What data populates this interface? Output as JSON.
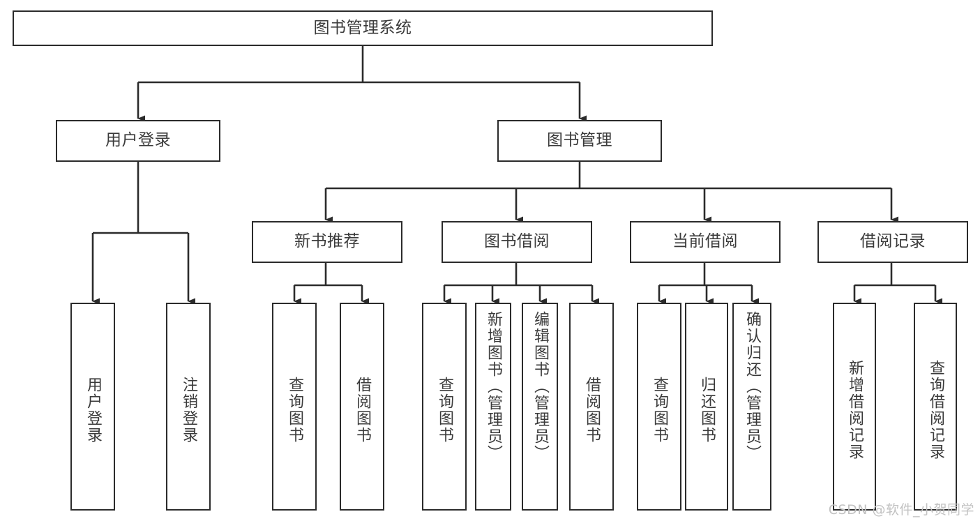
{
  "diagram": {
    "type": "tree",
    "title": "图书管理系统",
    "colors": {
      "box_border": "#2b2b2b",
      "box_fill": "#ffffff",
      "text": "#3a3a3a",
      "edge": "#2b2b2b",
      "watermark": "#c2c2c2",
      "background": "#ffffff"
    },
    "watermark": "CSDN @软件_小贺同学",
    "nodes": {
      "root": "图书管理系统",
      "level1": [
        "用户登录",
        "图书管理"
      ],
      "level2": [
        "新书推荐",
        "图书借阅",
        "当前借阅",
        "借阅记录"
      ],
      "leaves": {
        "user_login": [
          "用户登录",
          "注销登录"
        ],
        "new_book_recommend": [
          "查询图书",
          "借阅图书"
        ],
        "book_borrow": [
          "查询图书",
          "新增图书（管理员）",
          "编辑图书（管理员）",
          "借阅图书"
        ],
        "current_borrow": [
          "查询图书",
          "归还图书",
          "确认归还（管理员）"
        ],
        "borrow_record": [
          "新增借阅记录",
          "查询借阅记录"
        ]
      }
    }
  }
}
